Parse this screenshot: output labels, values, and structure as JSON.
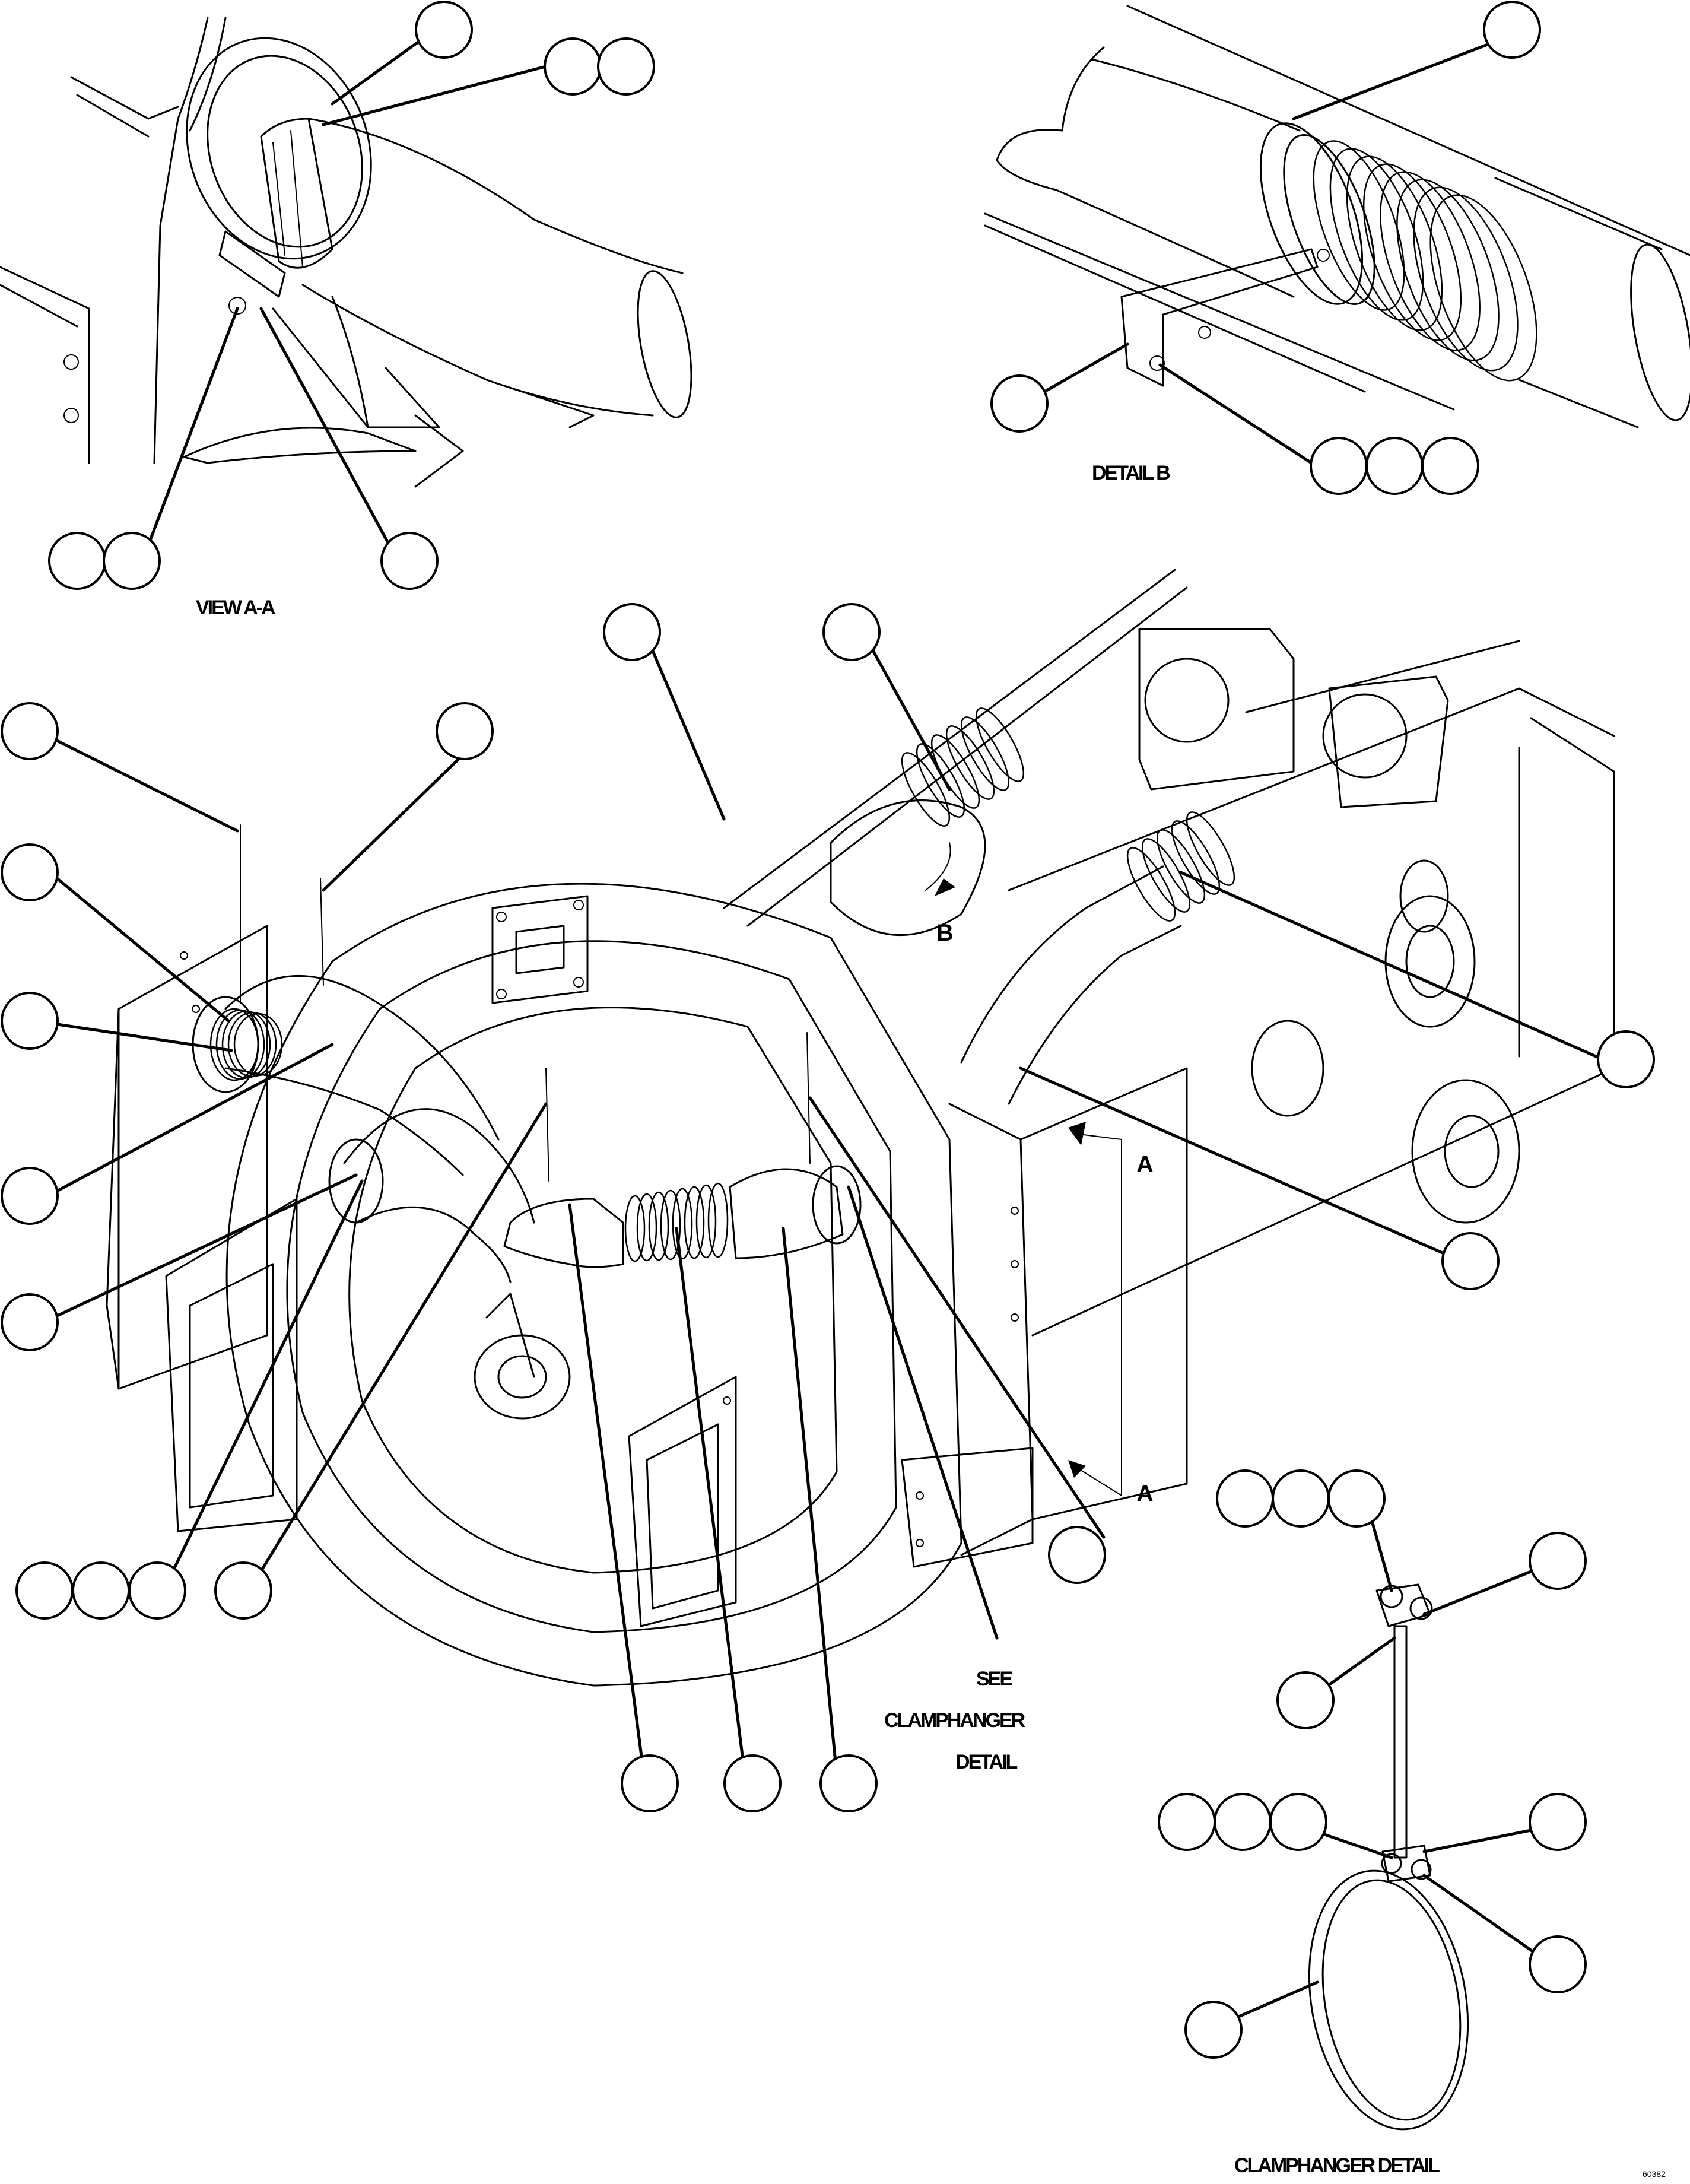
{
  "views": {
    "view_aa": "VIEW A-A",
    "detail_b": "DETAIL B",
    "clamp_hanger_detail": "CLAMPHANGER DETAIL"
  },
  "see_note": {
    "line1": "SEE",
    "line2": "CLAMPHANGER",
    "line3": "DETAIL"
  },
  "section_markers": {
    "a_top": "A",
    "a_bottom": "A",
    "b": "B"
  },
  "figure_id": "60382"
}
